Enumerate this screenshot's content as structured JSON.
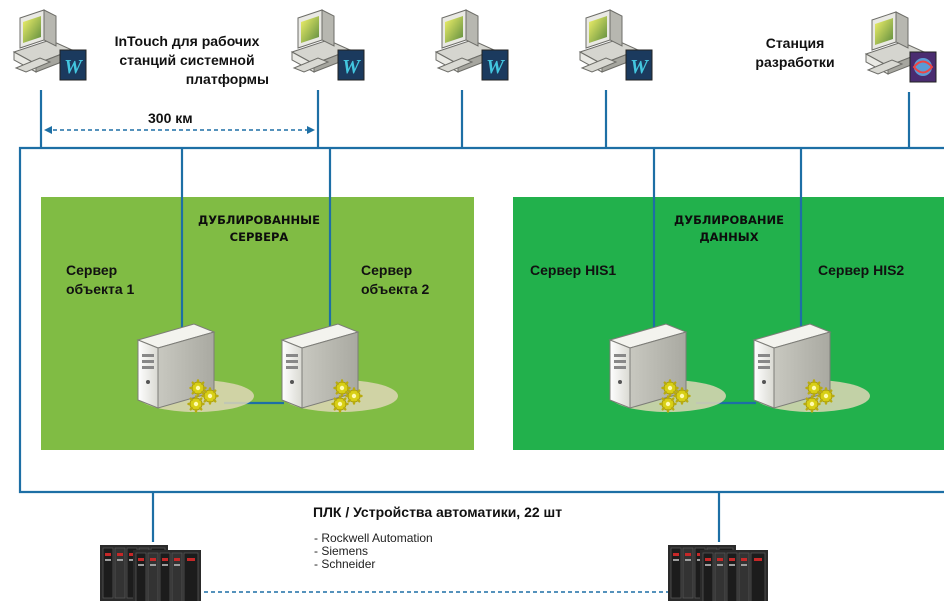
{
  "colors": {
    "network_line": "#1d6fa5",
    "redundant_servers_panel": "#80bc44",
    "data_redundancy_panel": "#22b14c",
    "dashed_link": "#1d6fa5"
  },
  "workstations": {
    "icons": [
      "workstation-intouch-icon",
      "workstation-intouch-icon",
      "workstation-intouch-icon",
      "workstation-intouch-icon",
      "development-station-icon"
    ],
    "intouch_label_lines": [
      "InTouch для рабочих",
      "станций системной",
      "платформы"
    ],
    "dev_label_lines": [
      "Станция",
      "разработки"
    ],
    "distance_label": "300 км"
  },
  "left_panel": {
    "title_lines": [
      "ДУБЛИРОВАННЫЕ",
      "СЕРВЕРА"
    ],
    "server_1_lines": [
      "Сервер",
      "объекта 1"
    ],
    "server_2_lines": [
      "Сервер",
      "объекта 2"
    ]
  },
  "right_panel": {
    "title_lines": [
      "ДУБЛИРОВАНИЕ",
      "ДАННЫХ"
    ],
    "server_1_label": "Сервер HIS1",
    "server_2_label": "Сервер HIS2"
  },
  "plc": {
    "title": "ПЛК / Устройства автоматики, 22 шт",
    "vendors": [
      "- Rockwell Automation",
      "- Siemens",
      "- Schneider"
    ],
    "icons": [
      "plc-rack-icon",
      "plc-rack-icon"
    ]
  }
}
